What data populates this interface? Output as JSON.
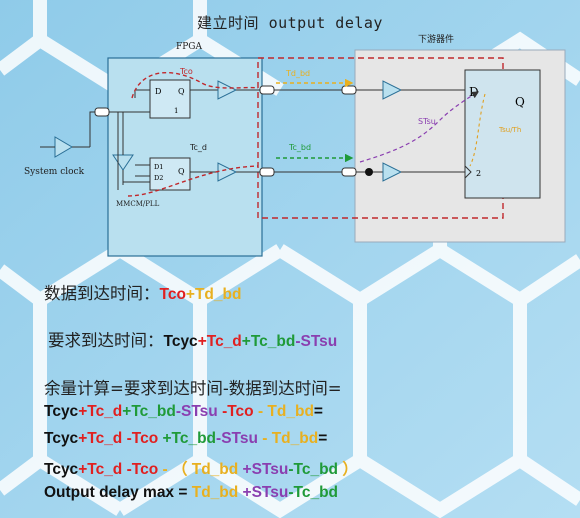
{
  "title": "建立时间 output delay",
  "diagram": {
    "fpga_label": "FPGA",
    "downstream_label": "下游器件",
    "system_clock_label": "System clock",
    "mmcm_label": "MMCM/PLL",
    "tco_label": "Tco",
    "tc_d_label": "Tc_d",
    "td_bd_label": "Td_bd",
    "tc_bd_label": "Tc_bd",
    "stsu_label": "STsu",
    "th_label": "Tsu/Th",
    "reg1_d": "D",
    "reg1_q": "Q",
    "reg1_1": "1",
    "reg2_d1": "D1",
    "reg2_d2": "D2",
    "reg2_q": "Q",
    "dest_d": "D",
    "dest_q": "Q",
    "dest_2": "2"
  },
  "equations": {
    "data_arrival_label": "数据到达时间：",
    "data_arrival_terms": [
      "Tco",
      "+",
      "Td_bd"
    ],
    "required_label": "要求到达时间：",
    "required_terms": [
      "Tcyc",
      "+",
      "Tc_d",
      "+",
      "Tc_bd",
      "-",
      "STsu"
    ],
    "margin_label": "余量计算=要求到达时间-数据到达时间=",
    "line1": [
      "Tcyc",
      "+",
      "Tc_d",
      "+",
      "Tc_bd",
      "-",
      "STsu",
      " -",
      "Tco",
      " - ",
      "Td_bd",
      "="
    ],
    "line2": [
      "Tcyc",
      "+",
      "Tc_d",
      " -",
      "Tco",
      " +",
      "Tc_bd",
      "-",
      "STsu",
      " - ",
      "Td_bd",
      "="
    ],
    "line3": [
      "Tcyc",
      "+",
      "Tc_d",
      " -",
      "Tco",
      " - ",
      "（ ",
      "Td_bd",
      " +",
      "STsu",
      "-",
      "Tc_bd",
      " ）"
    ],
    "line4_label": "Output delay max = ",
    "line4": [
      "Td_bd",
      " +",
      "STsu",
      "-",
      "Tc_bd"
    ]
  }
}
